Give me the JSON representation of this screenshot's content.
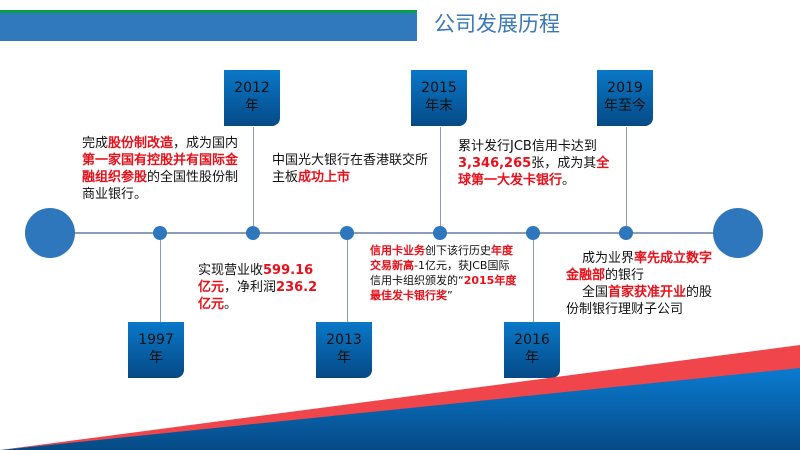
{
  "header": {
    "title": "公司发展历程"
  },
  "milestones": {
    "y2012": {
      "year": "2012",
      "unit": "年"
    },
    "y2015": {
      "year": "2015",
      "unit": "年末"
    },
    "y2019": {
      "year": "2019",
      "unit": "年至今"
    },
    "y1997": {
      "year": "1997",
      "unit": "年"
    },
    "y2013": {
      "year": "2013",
      "unit": "年"
    },
    "y2016": {
      "year": "2016",
      "unit": "年"
    }
  },
  "texts": {
    "t1997": [
      "完成",
      "股份制改造",
      "，成为国内",
      "第一家国有控股并有国际金融组织参股",
      "的全国性股份制商业银行。"
    ],
    "t2012": [
      "中国光大银行在香港联交所主板",
      "成功上市"
    ],
    "t2013": [
      "实现营业收",
      "599.16亿元",
      "，净利润",
      "236.2亿元",
      "。"
    ],
    "t2015": [
      "累计发行JCB信用卡达到",
      "3,346,265",
      "张，成为其",
      "全球第一大发卡银行",
      "。"
    ],
    "t2016": [
      "信用卡业务",
      "创下该行历史",
      "年度交易新高",
      "-1亿元，获JCB国际信用卡组织颁发的“",
      "2015年度最佳发卡银行奖",
      "”"
    ],
    "t2019": [
      "成为业界",
      "率先成立数字金融部",
      "的银行",
      "全国",
      "首家获准开业",
      "的股份制银行理财子公司"
    ]
  },
  "colors": {
    "accent": "#2f77bd",
    "highlight": "#e8101a"
  }
}
